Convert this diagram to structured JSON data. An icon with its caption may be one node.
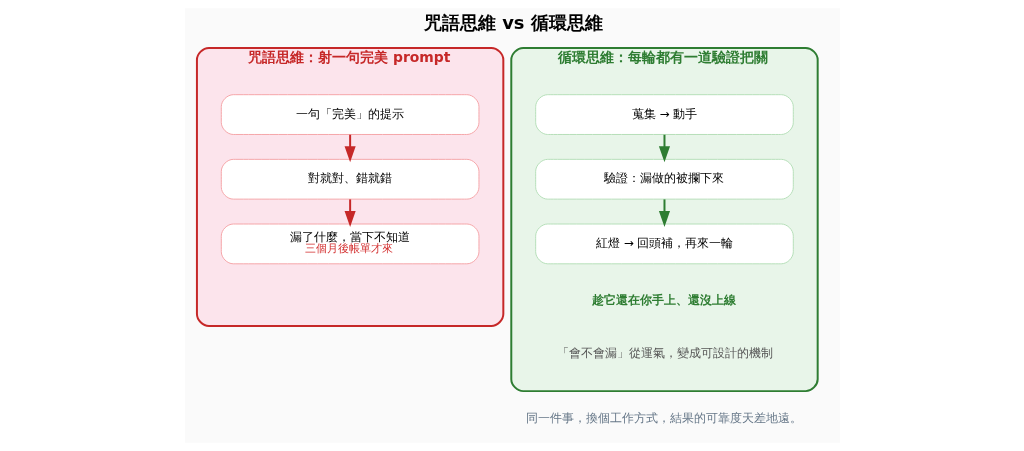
{
  "diagram": {
    "title": "咒語思維 vs 循環思維",
    "caption": "同一件事，換個工作方式，結果的可靠度天差地遠。",
    "nodes": [
      {
        "text": [
          "咒語思維：射一句完美 prompt"
        ]
      },
      {
        "text": [
          "一句「完美」的提示"
        ],
        "in": 0
      },
      {
        "text": [
          "對就對、錯就錯"
        ],
        "in": 0
      },
      {
        "text": [
          "漏了什麼，當下不知道",
          "三個月後帳單才來"
        ],
        "in": 0
      },
      {
        "text": [
          "循環思維：每輪都有一道驗證把關"
        ]
      },
      {
        "text": [
          "蒐集 → 動手"
        ],
        "in": 4
      },
      {
        "text": [
          "驗證：漏做的被攔下來"
        ],
        "in": 4
      },
      {
        "text": [
          "紅燈 → 回頭補，再來一輪"
        ],
        "in": 4
      }
    ],
    "edges": [
      {
        "from": 1,
        "to": 2,
        "arrow": "to",
        "color": "#c62828"
      },
      {
        "from": 2,
        "to": 3,
        "arrow": "to",
        "color": "#c62828"
      },
      {
        "from": 5,
        "to": 6,
        "arrow": "to",
        "color": "#2e7d32"
      },
      {
        "from": 6,
        "to": 7,
        "arrow": "to",
        "color": "#2e7d32"
      }
    ],
    "labels": [
      "趁它還在你手上、還沒上線",
      "「會不會漏」從運氣，變成可設計的機制"
    ]
  }
}
